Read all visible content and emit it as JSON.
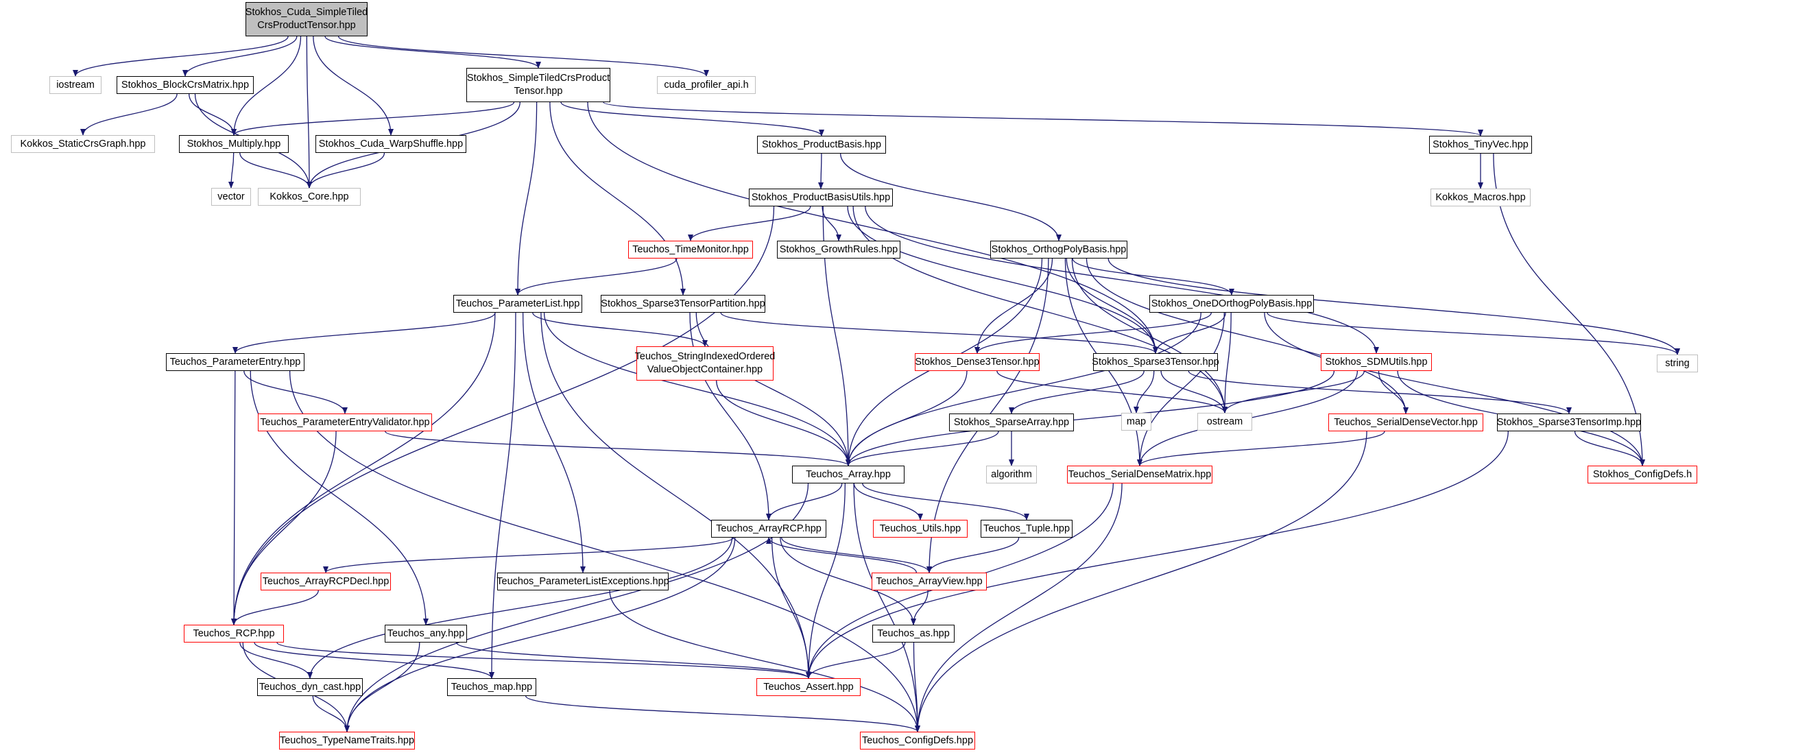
{
  "colors": {
    "edge": "#191970",
    "red_border": "#ff0000",
    "gray_border": "#bfbfbf",
    "root_fill": "#bfbfbf"
  },
  "nodes": [
    {
      "id": "root",
      "label": "Stokhos_Cuda_SimpleTiled\nCrsProductTensor.hpp",
      "style": "root"
    },
    {
      "id": "iostream",
      "label": "iostream",
      "style": "gray"
    },
    {
      "id": "blockcrs",
      "label": "Stokhos_BlockCrsMatrix.hpp",
      "style": "black"
    },
    {
      "id": "simpletiled",
      "label": "Stokhos_SimpleTiledCrsProduct\nTensor.hpp",
      "style": "black"
    },
    {
      "id": "cudaprof",
      "label": "cuda_profiler_api.h",
      "style": "gray"
    },
    {
      "id": "kokkosstatic",
      "label": "Kokkos_StaticCrsGraph.hpp",
      "style": "gray"
    },
    {
      "id": "multiply",
      "label": "Stokhos_Multiply.hpp",
      "style": "black"
    },
    {
      "id": "warpshuffle",
      "label": "Stokhos_Cuda_WarpShuffle.hpp",
      "style": "black"
    },
    {
      "id": "productbasis",
      "label": "Stokhos_ProductBasis.hpp",
      "style": "black"
    },
    {
      "id": "tinyvec",
      "label": "Stokhos_TinyVec.hpp",
      "style": "black"
    },
    {
      "id": "vector",
      "label": "vector",
      "style": "gray"
    },
    {
      "id": "kokkoscore",
      "label": "Kokkos_Core.hpp",
      "style": "gray"
    },
    {
      "id": "pbutils",
      "label": "Stokhos_ProductBasisUtils.hpp",
      "style": "black"
    },
    {
      "id": "kokkosmacros",
      "label": "Kokkos_Macros.hpp",
      "style": "gray"
    },
    {
      "id": "timemonitor",
      "label": "Teuchos_TimeMonitor.hpp",
      "style": "red"
    },
    {
      "id": "growthrules",
      "label": "Stokhos_GrowthRules.hpp",
      "style": "black"
    },
    {
      "id": "orthopoly",
      "label": "Stokhos_OrthogPolyBasis.hpp",
      "style": "black"
    },
    {
      "id": "paramlist",
      "label": "Teuchos_ParameterList.hpp",
      "style": "black"
    },
    {
      "id": "sparse3part",
      "label": "Stokhos_Sparse3TensorPartition.hpp",
      "style": "black"
    },
    {
      "id": "onedortho",
      "label": "Stokhos_OneDOrthogPolyBasis.hpp",
      "style": "black"
    },
    {
      "id": "paramentry",
      "label": "Teuchos_ParameterEntry.hpp",
      "style": "black"
    },
    {
      "id": "stringindexed",
      "label": "Teuchos_StringIndexedOrdered\nValueObjectContainer.hpp",
      "style": "red"
    },
    {
      "id": "dense3",
      "label": "Stokhos_Dense3Tensor.hpp",
      "style": "red"
    },
    {
      "id": "sparse3",
      "label": "Stokhos_Sparse3Tensor.hpp",
      "style": "black"
    },
    {
      "id": "sdmutils",
      "label": "Stokhos_SDMUtils.hpp",
      "style": "red"
    },
    {
      "id": "string",
      "label": "string",
      "style": "gray"
    },
    {
      "id": "map",
      "label": "map",
      "style": "gray"
    },
    {
      "id": "ostream",
      "label": "ostream",
      "style": "gray"
    },
    {
      "id": "pevalidator",
      "label": "Teuchos_ParameterEntryValidator.hpp",
      "style": "red"
    },
    {
      "id": "sparsearray",
      "label": "Stokhos_SparseArray.hpp",
      "style": "black"
    },
    {
      "id": "serialdensevec",
      "label": "Teuchos_SerialDenseVector.hpp",
      "style": "red"
    },
    {
      "id": "sparse3imp",
      "label": "Stokhos_Sparse3TensorImp.hpp",
      "style": "black"
    },
    {
      "id": "array",
      "label": "Teuchos_Array.hpp",
      "style": "black"
    },
    {
      "id": "algorithm",
      "label": "algorithm",
      "style": "gray"
    },
    {
      "id": "serialdensemat",
      "label": "Teuchos_SerialDenseMatrix.hpp",
      "style": "red"
    },
    {
      "id": "configdefsh",
      "label": "Stokhos_ConfigDefs.h",
      "style": "red"
    },
    {
      "id": "arrayrcp",
      "label": "Teuchos_ArrayRCP.hpp",
      "style": "black"
    },
    {
      "id": "utils",
      "label": "Teuchos_Utils.hpp",
      "style": "red"
    },
    {
      "id": "tuple",
      "label": "Teuchos_Tuple.hpp",
      "style": "black"
    },
    {
      "id": "arrayrcpdecl",
      "label": "Teuchos_ArrayRCPDecl.hpp",
      "style": "red"
    },
    {
      "id": "plexceptions",
      "label": "Teuchos_ParameterListExceptions.hpp",
      "style": "black"
    },
    {
      "id": "arrayview",
      "label": "Teuchos_ArrayView.hpp",
      "style": "red"
    },
    {
      "id": "rcp",
      "label": "Teuchos_RCP.hpp",
      "style": "red"
    },
    {
      "id": "any",
      "label": "Teuchos_any.hpp",
      "style": "black"
    },
    {
      "id": "as",
      "label": "Teuchos_as.hpp",
      "style": "black"
    },
    {
      "id": "assert",
      "label": "Teuchos_Assert.hpp",
      "style": "red"
    },
    {
      "id": "dyncast",
      "label": "Teuchos_dyn_cast.hpp",
      "style": "black"
    },
    {
      "id": "tmap",
      "label": "Teuchos_map.hpp",
      "style": "black"
    },
    {
      "id": "typename",
      "label": "Teuchos_TypeNameTraits.hpp",
      "style": "red"
    },
    {
      "id": "configdefs",
      "label": "Teuchos_ConfigDefs.hpp",
      "style": "red"
    }
  ],
  "edges": [
    [
      "root",
      "iostream"
    ],
    [
      "root",
      "blockcrs"
    ],
    [
      "root",
      "simpletiled"
    ],
    [
      "root",
      "cudaprof"
    ],
    [
      "root",
      "multiply"
    ],
    [
      "root",
      "warpshuffle"
    ],
    [
      "root",
      "kokkoscore"
    ],
    [
      "blockcrs",
      "kokkosstatic"
    ],
    [
      "blockcrs",
      "multiply"
    ],
    [
      "blockcrs",
      "kokkoscore"
    ],
    [
      "simpletiled",
      "multiply"
    ],
    [
      "simpletiled",
      "kokkoscore"
    ],
    [
      "simpletiled",
      "productbasis"
    ],
    [
      "simpletiled",
      "tinyvec"
    ],
    [
      "simpletiled",
      "paramlist"
    ],
    [
      "simpletiled",
      "sparse3part"
    ],
    [
      "simpletiled",
      "sparse3"
    ],
    [
      "multiply",
      "vector"
    ],
    [
      "multiply",
      "kokkoscore"
    ],
    [
      "warpshuffle",
      "kokkoscore"
    ],
    [
      "productbasis",
      "pbutils"
    ],
    [
      "productbasis",
      "orthopoly"
    ],
    [
      "tinyvec",
      "kokkosmacros"
    ],
    [
      "tinyvec",
      "configdefsh"
    ],
    [
      "pbutils",
      "timemonitor"
    ],
    [
      "pbutils",
      "growthrules"
    ],
    [
      "pbutils",
      "sdmutils"
    ],
    [
      "pbutils",
      "rcp"
    ],
    [
      "pbutils",
      "array"
    ],
    [
      "pbutils",
      "sparse3"
    ],
    [
      "pbutils",
      "ostream"
    ],
    [
      "timemonitor",
      "paramlist"
    ],
    [
      "orthopoly",
      "onedortho"
    ],
    [
      "orthopoly",
      "dense3"
    ],
    [
      "orthopoly",
      "sparse3"
    ],
    [
      "orthopoly",
      "string"
    ],
    [
      "orthopoly",
      "ostream"
    ],
    [
      "orthopoly",
      "serialdensevec"
    ],
    [
      "orthopoly",
      "arrayview"
    ],
    [
      "orthopoly",
      "array"
    ],
    [
      "orthopoly",
      "serialdensemat"
    ],
    [
      "paramlist",
      "paramentry"
    ],
    [
      "paramlist",
      "stringindexed"
    ],
    [
      "paramlist",
      "array"
    ],
    [
      "paramlist",
      "plexceptions"
    ],
    [
      "paramlist",
      "tmap"
    ],
    [
      "paramlist",
      "assert"
    ],
    [
      "paramlist",
      "rcp"
    ],
    [
      "sparse3part",
      "sparse3"
    ],
    [
      "sparse3part",
      "array"
    ],
    [
      "sparse3part",
      "arrayrcp"
    ],
    [
      "onedortho",
      "dense3"
    ],
    [
      "onedortho",
      "sparse3"
    ],
    [
      "onedortho",
      "string"
    ],
    [
      "onedortho",
      "ostream"
    ],
    [
      "onedortho",
      "serialdensemat"
    ],
    [
      "onedortho",
      "configdefsh"
    ],
    [
      "onedortho",
      "array"
    ],
    [
      "paramentry",
      "pevalidator"
    ],
    [
      "paramentry",
      "rcp"
    ],
    [
      "paramentry",
      "any"
    ],
    [
      "paramentry",
      "configdefs"
    ],
    [
      "stringindexed",
      "array"
    ],
    [
      "dense3",
      "array"
    ],
    [
      "dense3",
      "ostream"
    ],
    [
      "sparse3",
      "map"
    ],
    [
      "sparse3",
      "ostream"
    ],
    [
      "sparse3",
      "sparsearray"
    ],
    [
      "sparse3",
      "sparse3imp"
    ],
    [
      "sdmutils",
      "serialdensevec"
    ],
    [
      "sdmutils",
      "serialdensemat"
    ],
    [
      "sdmutils",
      "ostream"
    ],
    [
      "sdmutils",
      "array"
    ],
    [
      "sdmutils",
      "configdefsh"
    ],
    [
      "pevalidator",
      "array"
    ],
    [
      "pevalidator",
      "rcp"
    ],
    [
      "sparsearray",
      "array"
    ],
    [
      "sparsearray",
      "algorithm"
    ],
    [
      "serialdensevec",
      "serialdensemat"
    ],
    [
      "serialdensevec",
      "configdefs"
    ],
    [
      "sparse3imp",
      "configdefsh"
    ],
    [
      "sparse3imp",
      "assert"
    ],
    [
      "array",
      "arrayrcp"
    ],
    [
      "array",
      "utils"
    ],
    [
      "array",
      "tuple"
    ],
    [
      "array",
      "assert"
    ],
    [
      "array",
      "typename"
    ],
    [
      "array",
      "configdefs"
    ],
    [
      "serialdensemat",
      "assert"
    ],
    [
      "serialdensemat",
      "configdefs"
    ],
    [
      "arrayrcp",
      "arrayrcpdecl"
    ],
    [
      "arrayrcp",
      "arrayview"
    ],
    [
      "arrayrcp",
      "as"
    ],
    [
      "arrayrcp",
      "assert"
    ],
    [
      "arrayrcp",
      "dyncast"
    ],
    [
      "arrayrcp",
      "typename"
    ],
    [
      "tuple",
      "arrayview"
    ],
    [
      "arrayview",
      "arrayrcp"
    ],
    [
      "arrayview",
      "as"
    ],
    [
      "arrayrcpdecl",
      "rcp"
    ],
    [
      "plexceptions",
      "configdefs"
    ],
    [
      "rcp",
      "dyncast"
    ],
    [
      "rcp",
      "tmap"
    ],
    [
      "rcp",
      "assert"
    ],
    [
      "rcp",
      "typename"
    ],
    [
      "any",
      "assert"
    ],
    [
      "any",
      "typename"
    ],
    [
      "as",
      "assert"
    ],
    [
      "as",
      "configdefs"
    ],
    [
      "dyncast",
      "typename"
    ],
    [
      "tmap",
      "configdefs"
    ]
  ]
}
